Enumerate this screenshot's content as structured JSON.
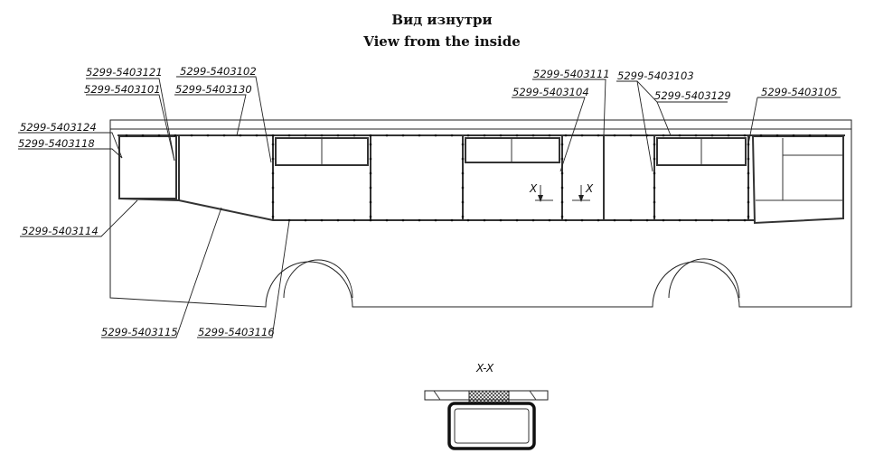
{
  "title": {
    "ru": "Вид изнутри",
    "en": "View from the inside"
  },
  "parts": [
    "5299-5403121",
    "5299-5403101",
    "5299-5403102",
    "5299-5403130",
    "5299-5403124",
    "5299-5403118",
    "5299-5403114",
    "5299-5403115",
    "5299-5403116",
    "5299-5403111",
    "5299-5403104",
    "5299-5403103",
    "5299-5403129",
    "5299-5403105"
  ],
  "section_marker": "X",
  "section_title": "X-X"
}
